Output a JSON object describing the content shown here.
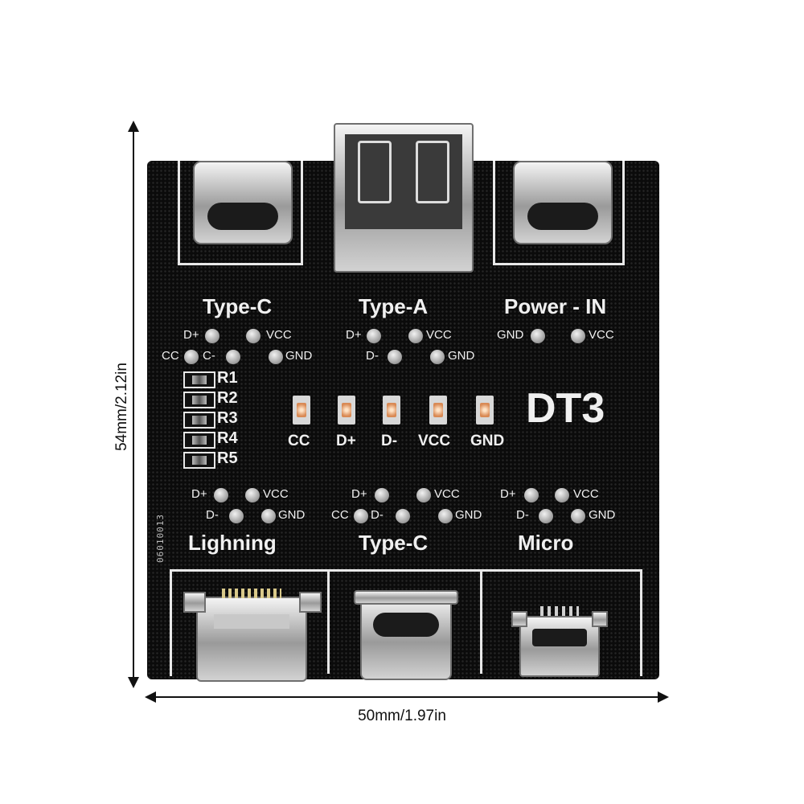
{
  "dimensions": {
    "width_label": "50mm/1.97in",
    "height_label": "54mm/2.12in"
  },
  "board": {
    "model": "DT3",
    "serial": "06010013",
    "top_ports": {
      "left": "Type-C",
      "center": "Type-A",
      "right": "Power - IN"
    },
    "bottom_ports": {
      "left": "Lighning",
      "center": "Type-C",
      "right": "Micro"
    },
    "pins": {
      "dplus": "D+",
      "dminus": "D-",
      "vcc": "VCC",
      "gnd": "GND",
      "cc": "CC",
      "cminus": "C-"
    },
    "resistors": [
      "R1",
      "R2",
      "R3",
      "R4",
      "R5"
    ],
    "leds": [
      "CC",
      "D+",
      "D-",
      "VCC",
      "GND"
    ]
  }
}
